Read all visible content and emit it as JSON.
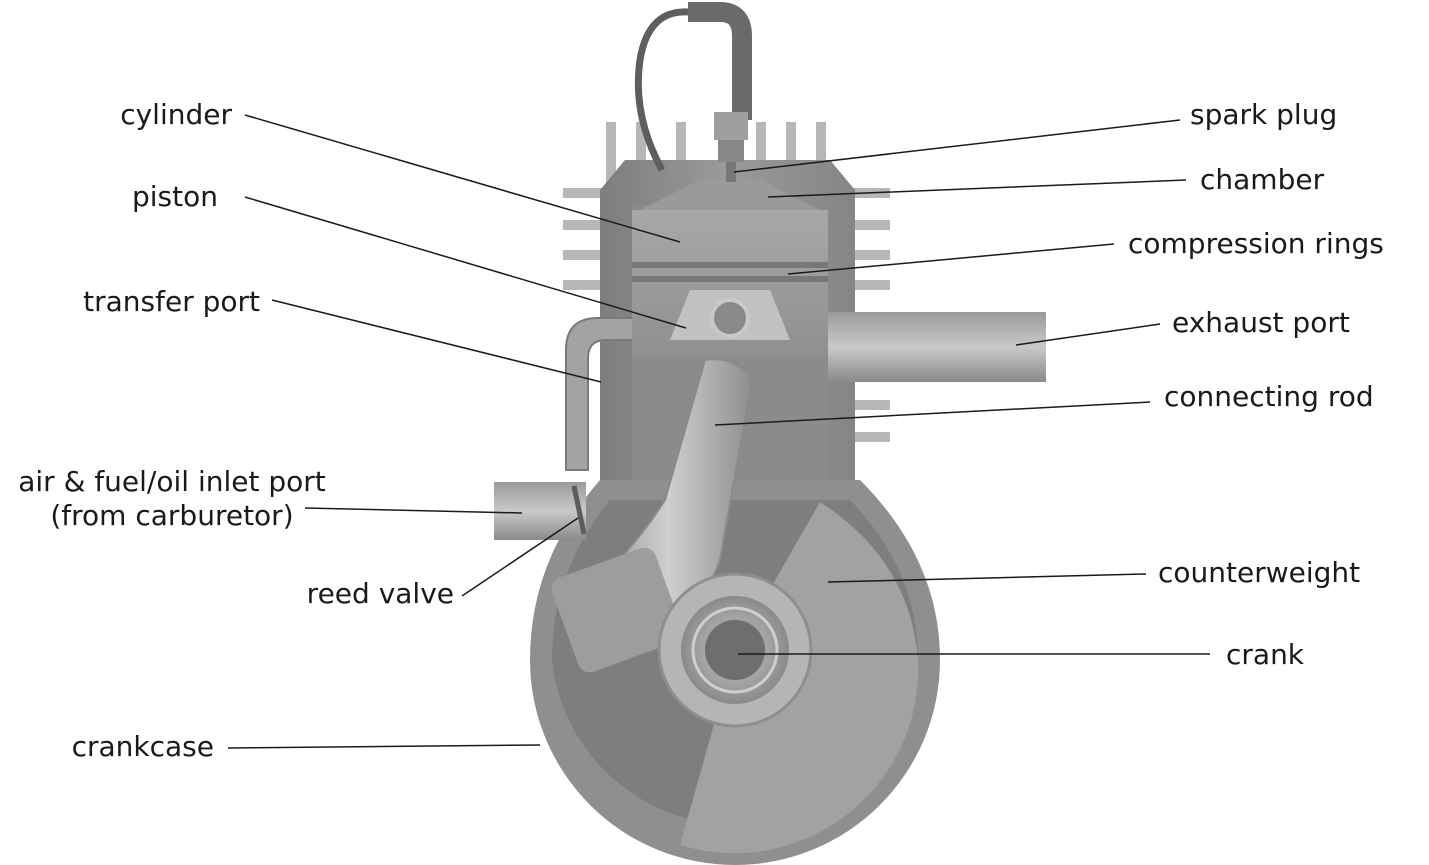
{
  "labels": {
    "cylinder": "cylinder",
    "piston": "piston",
    "transfer_port": "transfer port",
    "inlet_port_line1": "air & fuel/oil inlet port",
    "inlet_port_line2": "(from carburetor)",
    "reed_valve": "reed valve",
    "crankcase": "crankcase",
    "spark_plug": "spark plug",
    "chamber": "chamber",
    "compression_rings": "compression rings",
    "exhaust_port": "exhaust port",
    "connecting_rod": "connecting rod",
    "counterweight": "counterweight",
    "crank": "crank"
  },
  "colors": {
    "body": "#8c8c8c",
    "body_dark": "#6f6f6f",
    "body_light": "#a9a9a9",
    "fin": "#b3b3b3",
    "piston": "#9e9e9e",
    "rod": "#b0b0b0",
    "ink": "#1a1a1a"
  }
}
